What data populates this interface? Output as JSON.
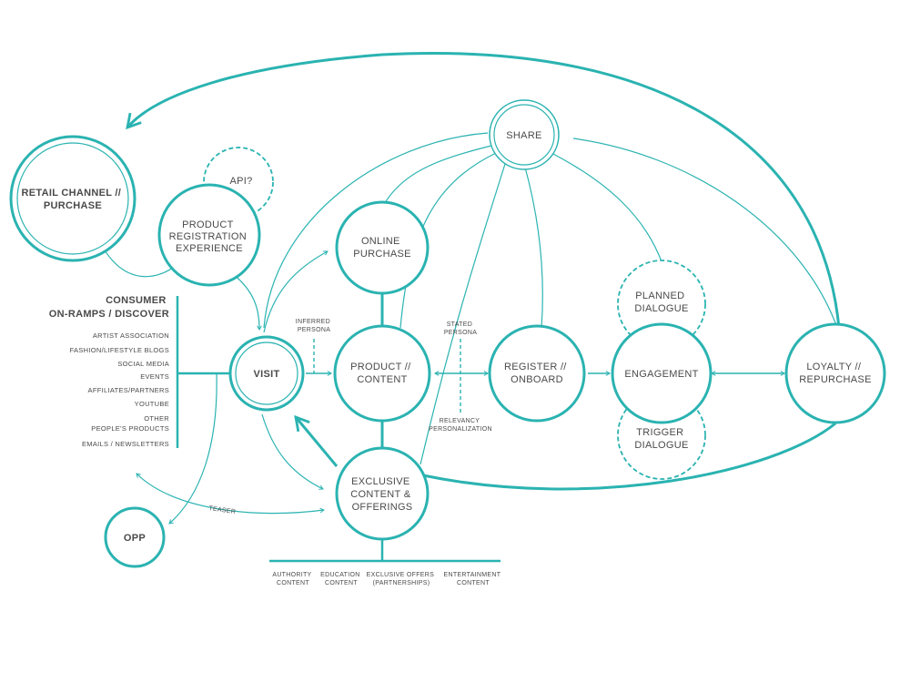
{
  "colors": {
    "accent": "#2ab3b1",
    "text": "#4a4a4a",
    "background": "#ffffff"
  },
  "nodes": {
    "retail": [
      "RETAIL CHANNEL //",
      "PURCHASE"
    ],
    "api": [
      "API?"
    ],
    "product_registration": [
      "PRODUCT",
      "REGISTRATION",
      "EXPERIENCE"
    ],
    "share": [
      "SHARE"
    ],
    "online_purchase": [
      "ONLINE",
      "PURCHASE"
    ],
    "visit": [
      "VISIT"
    ],
    "product_content": [
      "PRODUCT //",
      "CONTENT"
    ],
    "register_onboard": [
      "REGISTER //",
      "ONBOARD"
    ],
    "engagement": [
      "ENGAGEMENT"
    ],
    "loyalty": [
      "LOYALTY //",
      "REPURCHASE"
    ],
    "planned_dialogue": [
      "PLANNED",
      "DIALOGUE"
    ],
    "trigger_dialogue": [
      "TRIGGER",
      "DIALOGUE"
    ],
    "exclusive": [
      "EXCLUSIVE",
      "CONTENT &",
      "OFFERINGS"
    ],
    "opp": [
      "OPP"
    ]
  },
  "on_ramps": {
    "heading": [
      "CONSUMER",
      "ON-RAMPS / DISCOVER"
    ],
    "items": [
      "ARTIST ASSOCIATION",
      "FASHION/LIFESTYLE BLOGS",
      "SOCIAL MEDIA",
      "EVENTS",
      "AFFILIATES/PARTNERS",
      "YOUTUBE",
      "OTHER",
      "PEOPLE'S PRODUCTS",
      "EMAILS / NEWSLETTERS"
    ]
  },
  "annotations": {
    "inferred_persona": [
      "INFERRED",
      "PERSONA"
    ],
    "stated_persona": [
      "STATED",
      "PERSONA"
    ],
    "relevancy": [
      "RELEVANCY",
      "PERSONALIZATION"
    ],
    "teaser": "TEASER"
  },
  "content_types": [
    [
      "AUTHORITY",
      "CONTENT"
    ],
    [
      "EDUCATION",
      "CONTENT"
    ],
    [
      "EXCLUSIVE OFFERS",
      "(PARTNERSHIPS)"
    ],
    [
      "ENTERTAINMENT",
      "CONTENT"
    ]
  ]
}
